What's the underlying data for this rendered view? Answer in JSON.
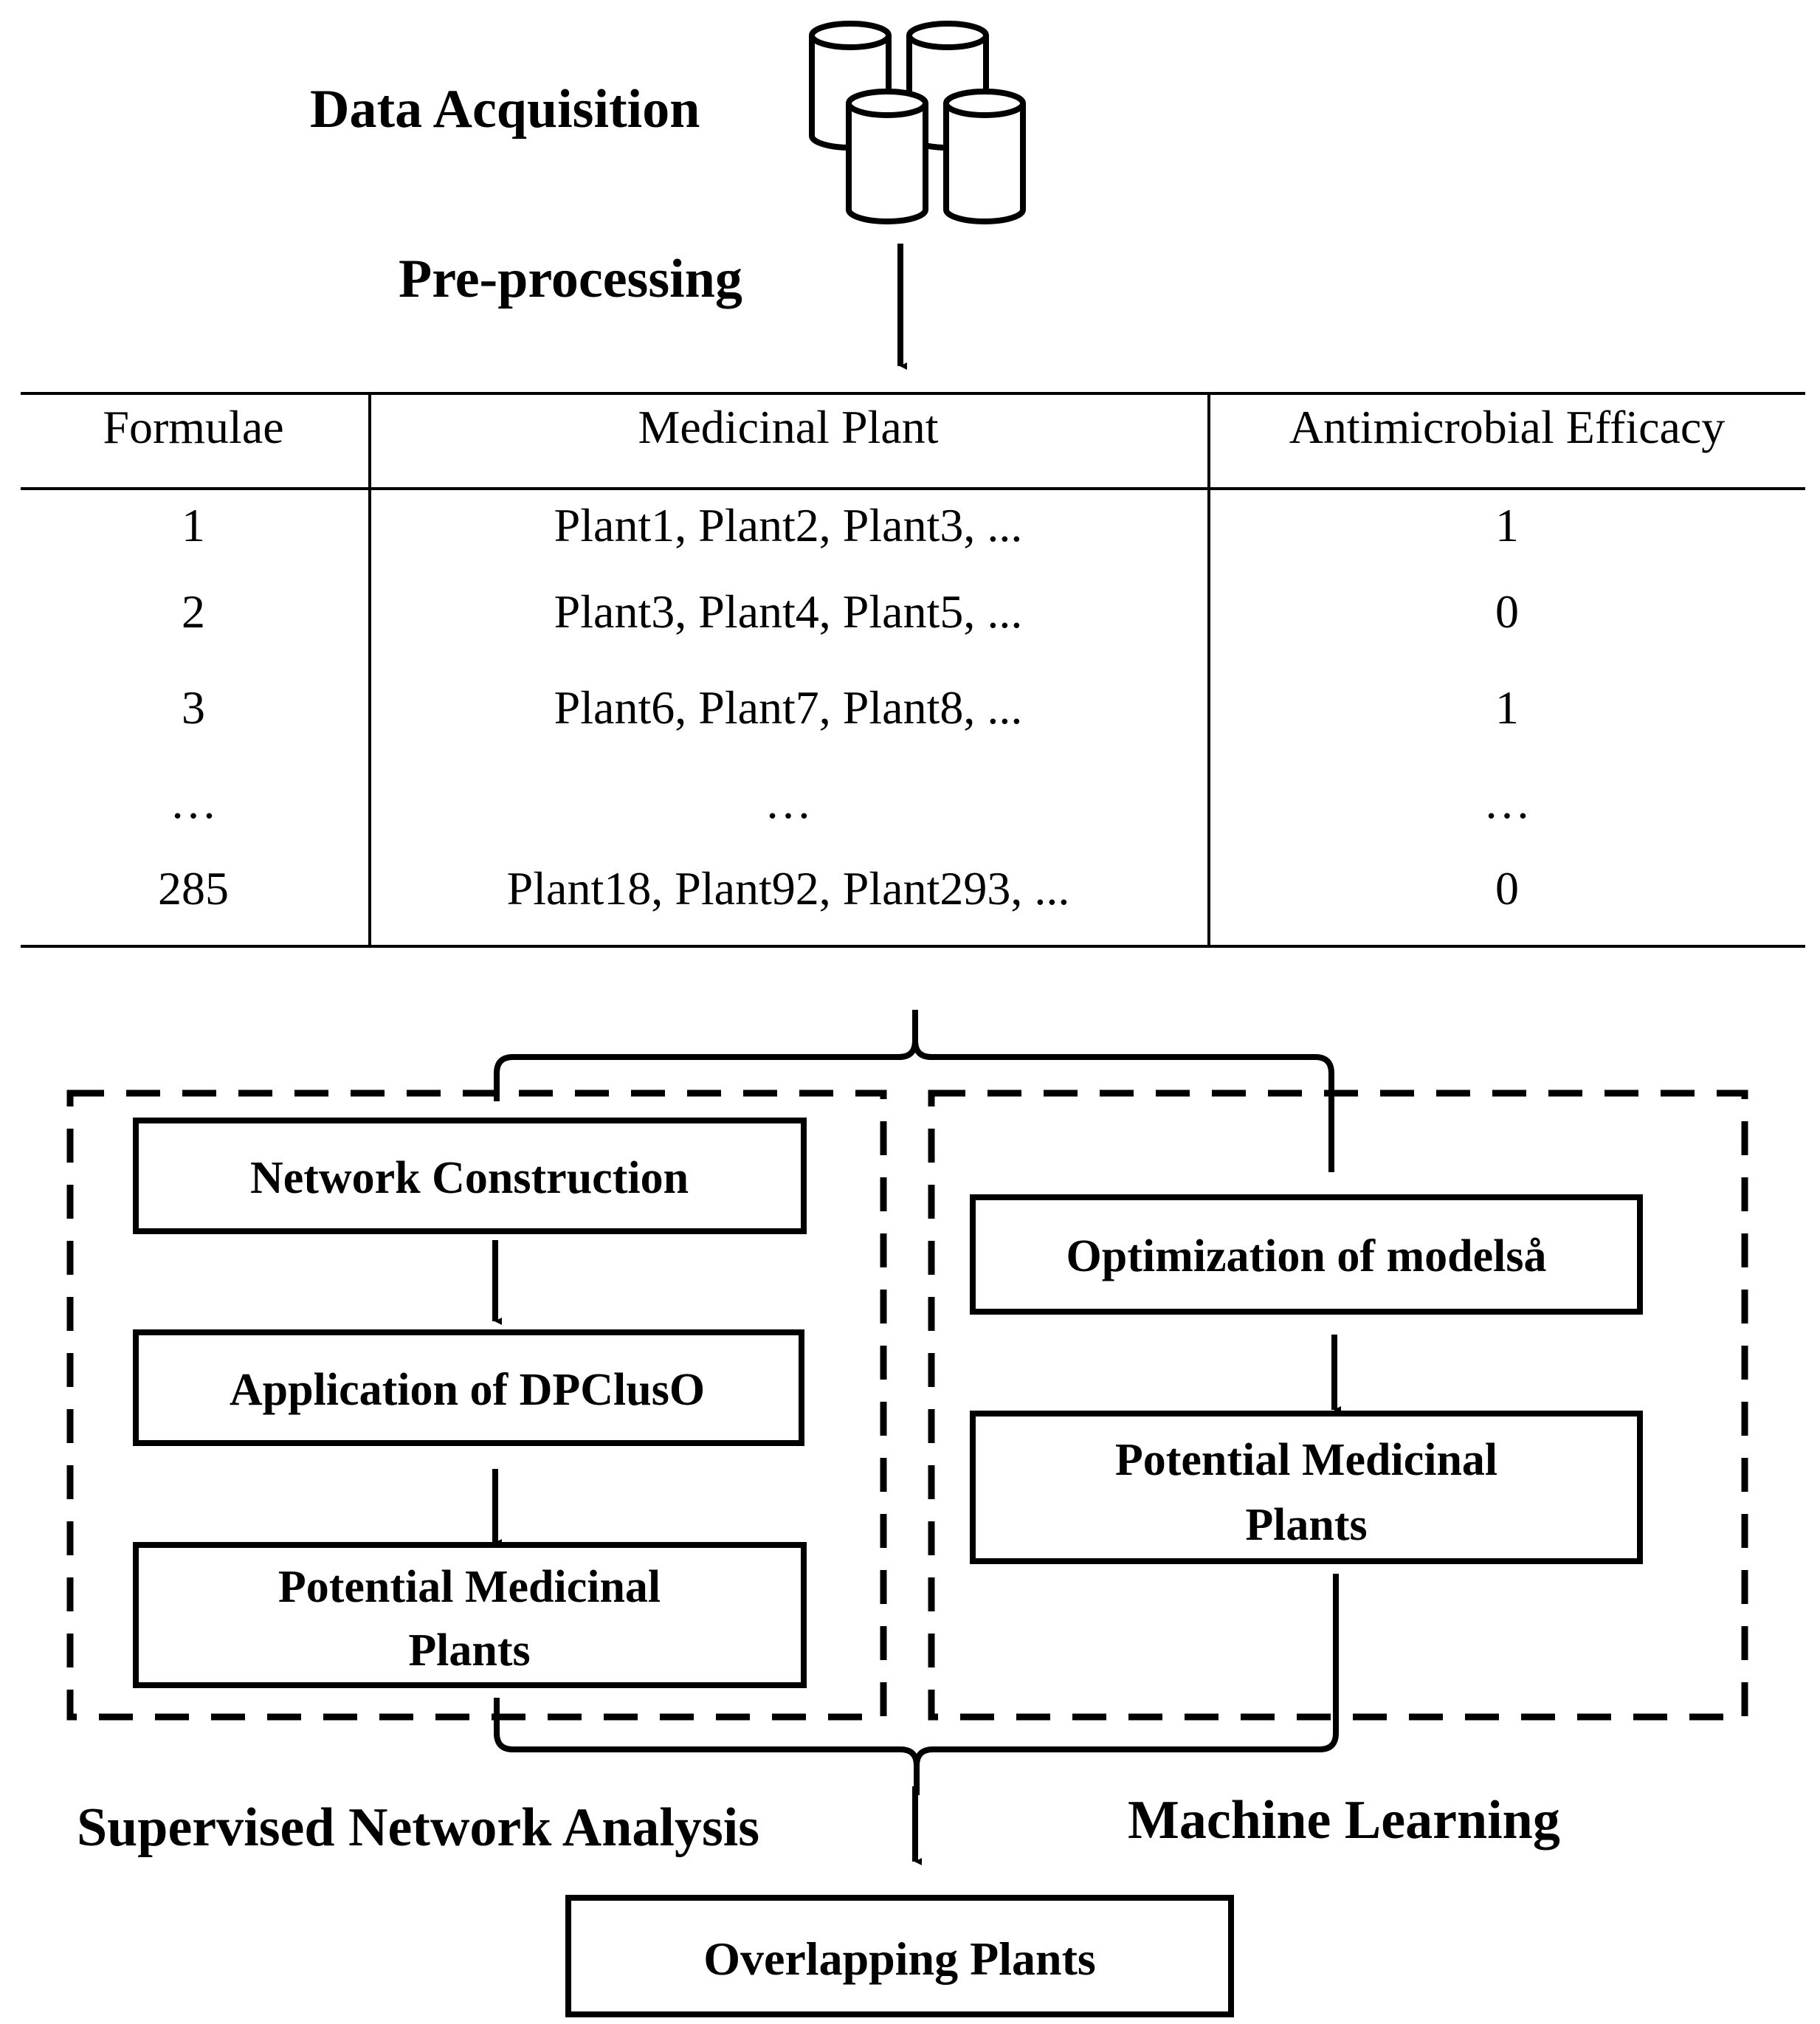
{
  "header": {
    "data_acquisition": "Data Acquisition",
    "pre_processing": "Pre-processing"
  },
  "icons": {
    "database": "database-cylinders-icon"
  },
  "table": {
    "columns": [
      "Formulae",
      "Medicinal Plant",
      "Antimicrobial Efficacy"
    ],
    "rows": [
      [
        "1",
        "Plant1, Plant2, Plant3, ...",
        "1"
      ],
      [
        "2",
        "Plant3, Plant4, Plant5, ...",
        "0"
      ],
      [
        "3",
        "Plant6, Plant7, Plant8, ...",
        "1"
      ],
      [
        "…",
        "…",
        "…"
      ],
      [
        "285",
        "Plant18, Plant92, Plant293, ...",
        "0"
      ]
    ]
  },
  "left_branch": {
    "step1": "Network Construction",
    "step2": "Application of DPClusO",
    "step3_line1": "Potential Medicinal",
    "step3_line2": "Plants",
    "label": "Supervised Network Analysis"
  },
  "right_branch": {
    "step1": "Optimization of modelså",
    "step2_line1": "Potential Medicinal",
    "step2_line2": "Plants",
    "label": "Machine Learning"
  },
  "result": {
    "label": "Overlapping Plants"
  }
}
